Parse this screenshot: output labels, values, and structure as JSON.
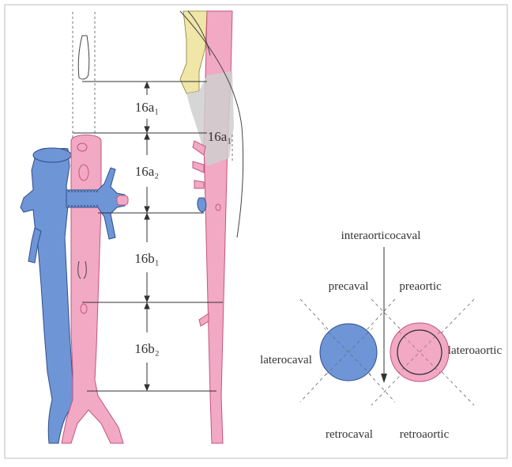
{
  "levels": {
    "a1": "16a₁",
    "a2": "16a₂",
    "b1": "16b₁",
    "b2": "16b₂",
    "a1_side": "16a₁"
  },
  "positions": {
    "interaortocaval": "interaorticocaval",
    "precaval": "precaval",
    "preaortic": "preaortic",
    "laterocaval": "laterocaval",
    "lateroaortic": "lateroaortic",
    "retrocaval": "retrocaval",
    "retroaortic": "retroaortic"
  },
  "colors": {
    "vein": "#6e95d6",
    "artery": "#f2a9c3",
    "artery_edge": "#c3557f",
    "crus": "#efe6a8",
    "crus_shade": "#cfcfcf",
    "frame": "#bdbdbd"
  }
}
